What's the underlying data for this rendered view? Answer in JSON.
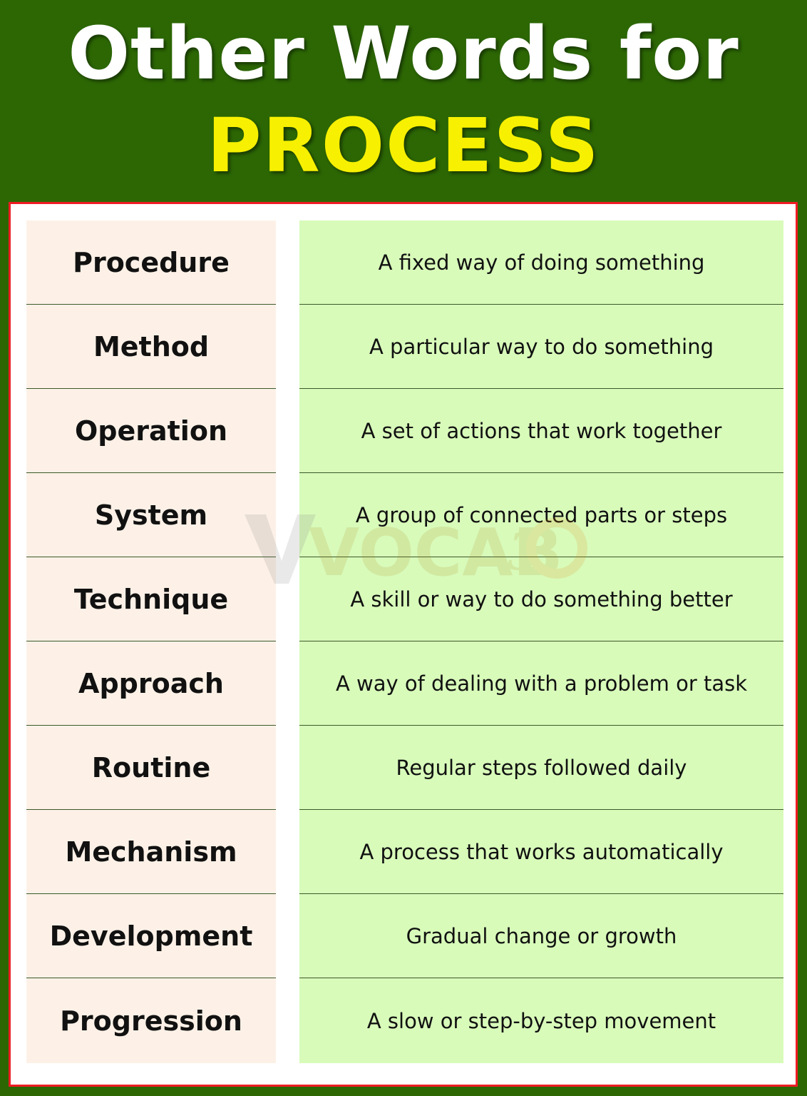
{
  "header": {
    "title_line1": "Other Words for",
    "title_line2": "PROCESS"
  },
  "watermark": {
    "text": "VOCAB",
    "suffix": "3"
  },
  "colors": {
    "background_green": "#2c6704",
    "title_yellow": "#f7f000",
    "border_red": "#ee1c24",
    "word_bg": "#fdf1e7",
    "definition_bg": "#d8fbba"
  },
  "rows": [
    {
      "word": "Procedure",
      "definition": "A fixed way of doing something"
    },
    {
      "word": "Method",
      "definition": "A particular way to do something"
    },
    {
      "word": "Operation",
      "definition": "A set of actions that work together"
    },
    {
      "word": "System",
      "definition": "A group of connected parts or steps"
    },
    {
      "word": "Technique",
      "definition": "A skill or way to do something better"
    },
    {
      "word": "Approach",
      "definition": "A way of dealing with a problem or task"
    },
    {
      "word": "Routine",
      "definition": "Regular steps followed daily"
    },
    {
      "word": "Mechanism",
      "definition": "A process that works automatically"
    },
    {
      "word": "Development",
      "definition": "Gradual change or growth"
    },
    {
      "word": "Progression",
      "definition": "A slow or step-by-step movement"
    }
  ]
}
